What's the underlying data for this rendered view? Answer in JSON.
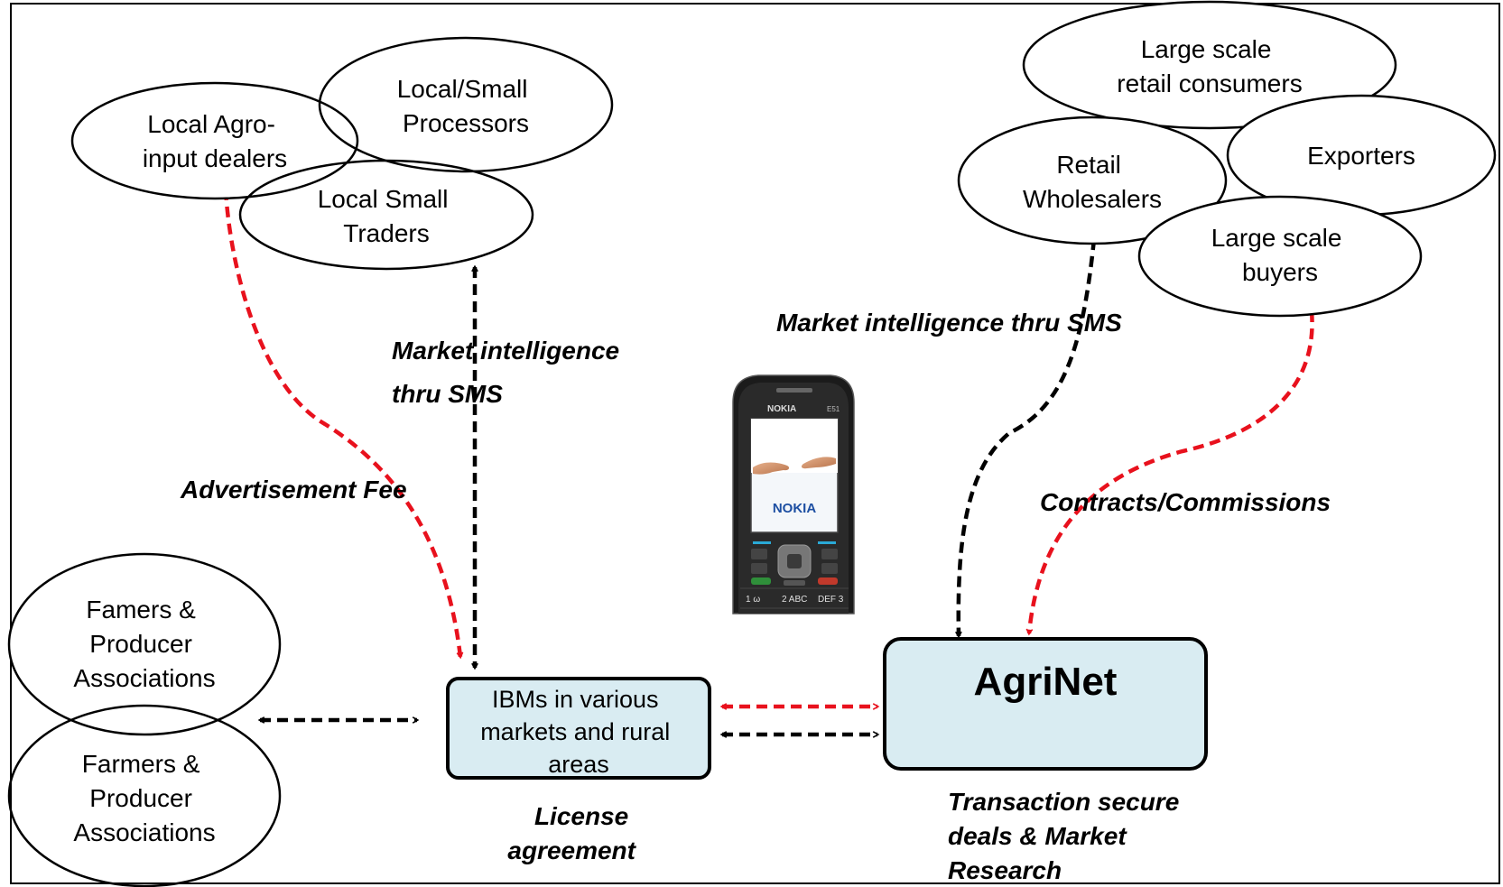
{
  "nodes": {
    "local_agro": [
      "Local Agro-",
      "input dealers"
    ],
    "local_processors": [
      "Local/Small",
      "Processors"
    ],
    "local_traders": [
      "Local Small",
      "Traders"
    ],
    "large_retail": [
      "Large scale",
      "retail consumers"
    ],
    "retail_wholesalers": [
      "Retail",
      "Wholesalers"
    ],
    "exporters": [
      "Exporters"
    ],
    "large_buyers": [
      "Large scale",
      "buyers"
    ],
    "farmers_1": [
      "Famers &",
      "Producer",
      "Associations"
    ],
    "farmers_2": [
      "Farmers &",
      "Producer",
      "Associations"
    ],
    "ibms": [
      "IBMs in various",
      "markets and rural",
      "areas"
    ],
    "agrinet": "AgriNet"
  },
  "labels": {
    "market_left": [
      "Market intelligence",
      "thru SMS"
    ],
    "market_right": "Market intelligence  thru  SMS",
    "advert_fee": "Advertisement  Fee",
    "contracts": "Contracts/Commissions",
    "license": [
      "License",
      "agreement"
    ],
    "transaction": [
      "Transaction secure",
      "deals  & Market",
      "Research"
    ]
  },
  "phone": {
    "brand_top": "NOKIA",
    "model": "E51",
    "brand_screen": "NOKIA",
    "keys": [
      "1 ω",
      "2 ABC",
      "DEF 3"
    ]
  },
  "colors": {
    "red_arrow": "#e8111d",
    "black_arrow": "#000000",
    "box_fill": "#d9ecf2"
  }
}
